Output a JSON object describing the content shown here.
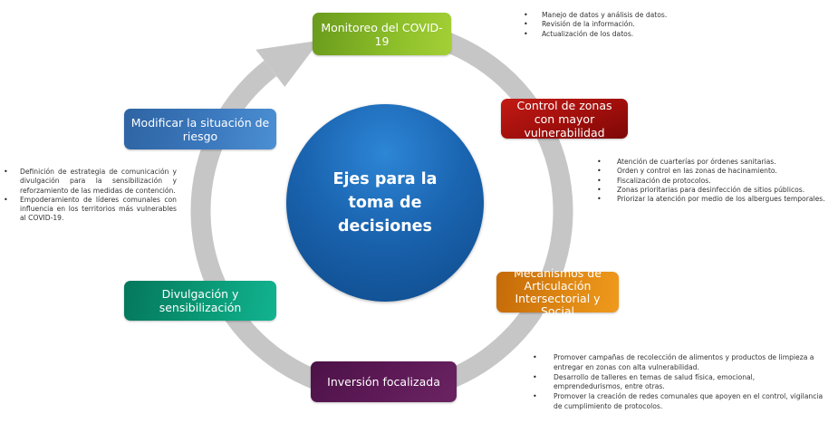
{
  "diagram": {
    "center_label": "Ejes para la toma de decisiones",
    "ring_color": "#c6c6c6",
    "nodes": [
      {
        "id": "monitoreo",
        "label": "Monitoreo del COVID-19",
        "color": "#8dbf2a"
      },
      {
        "id": "control",
        "label": "Control de zonas con mayor vulnerabilidad",
        "color": "#a8100c"
      },
      {
        "id": "mecanismos",
        "label": "Mecanismos de Articulación Intersectorial y Social",
        "color": "#e08914"
      },
      {
        "id": "inversion",
        "label": "Inversión focalizada",
        "color": "#5e1a57"
      },
      {
        "id": "divulgacion",
        "label": "Divulgación y sensibilización",
        "color": "#0a9a77"
      },
      {
        "id": "modificar",
        "label": "Modificar la situación de riesgo",
        "color": "#3b78bd"
      }
    ],
    "center_color": "#1a64b0"
  },
  "notes": {
    "monitoreo": [
      "Manejo de datos y análisis de datos.",
      "Revisión de la información.",
      "Actualización de los datos."
    ],
    "control": [
      "Atención de cuarterías por órdenes sanitarias.",
      "Orden y control en las zonas de hacinamiento.",
      "Fiscalización de protocolos.",
      "Zonas prioritarias para desinfección de sitios públicos.",
      "Priorizar la atención por medio de los albergues temporales."
    ],
    "divulgacion_modificar": [
      "Definición de estrategia de comunicación y divulgación para la sensibilización y reforzamiento de las medidas de contención.",
      "Empoderamiento de líderes comunales con influencia en los territorios más vulnerables al COVID-19."
    ],
    "inversion": [
      "Promover campañas de recolección de alimentos y productos de limpieza a entregar en zonas con alta vulnerabilidad.",
      "Desarrollo de talleres en temas de salud física, emocional, emprendedurismos, entre otras.",
      "Promover la creación de redes comunales que apoyen en el control, vigilancia de cumplimiento de protocolos."
    ]
  }
}
